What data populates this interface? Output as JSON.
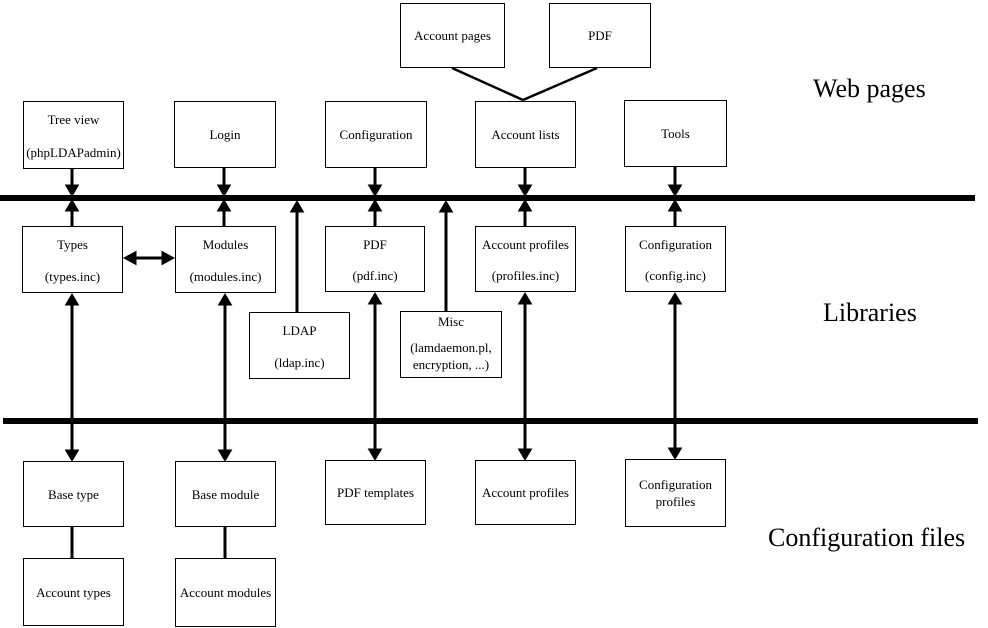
{
  "title": "LDAP Account Manager architecture diagram",
  "colors": {
    "line": "#000000",
    "background": "#ffffff",
    "text": "#000000"
  },
  "sections": {
    "web_pages": "Web pages",
    "libraries": "Libraries",
    "config_files": "Configuration files"
  },
  "boxes": {
    "account_pages": {
      "line1": "Account pages"
    },
    "pdf_page": {
      "line1": "PDF"
    },
    "tree_view": {
      "line1": "Tree view",
      "line2": "(phpLDAPadmin)"
    },
    "login": {
      "line1": "Login"
    },
    "configuration_page": {
      "line1": "Configuration"
    },
    "account_lists": {
      "line1": "Account lists"
    },
    "tools": {
      "line1": "Tools"
    },
    "types": {
      "line1": "Types",
      "line2": "(types.inc)"
    },
    "modules": {
      "line1": "Modules",
      "line2": "(modules.inc)"
    },
    "pdf_lib": {
      "line1": "PDF",
      "line2": "(pdf.inc)"
    },
    "account_profiles_lib": {
      "line1": "Account profiles",
      "line2": "(profiles.inc)"
    },
    "configuration_lib": {
      "line1": "Configuration",
      "line2": "(config.inc)"
    },
    "ldap": {
      "line1": "LDAP",
      "line2": "(ldap.inc)"
    },
    "misc": {
      "line1": "Misc",
      "line2": "(lamdaemon.pl,",
      "line3": "encryption, ...)"
    },
    "base_type": {
      "line1": "Base type"
    },
    "base_module": {
      "line1": "Base module"
    },
    "pdf_templates": {
      "line1": "PDF templates"
    },
    "account_profiles_files": {
      "line1": "Account profiles"
    },
    "configuration_profiles": {
      "line1": "Configuration",
      "line2": "profiles"
    },
    "account_types": {
      "line1": "Account types"
    },
    "account_modules": {
      "line1": "Account modules"
    }
  }
}
